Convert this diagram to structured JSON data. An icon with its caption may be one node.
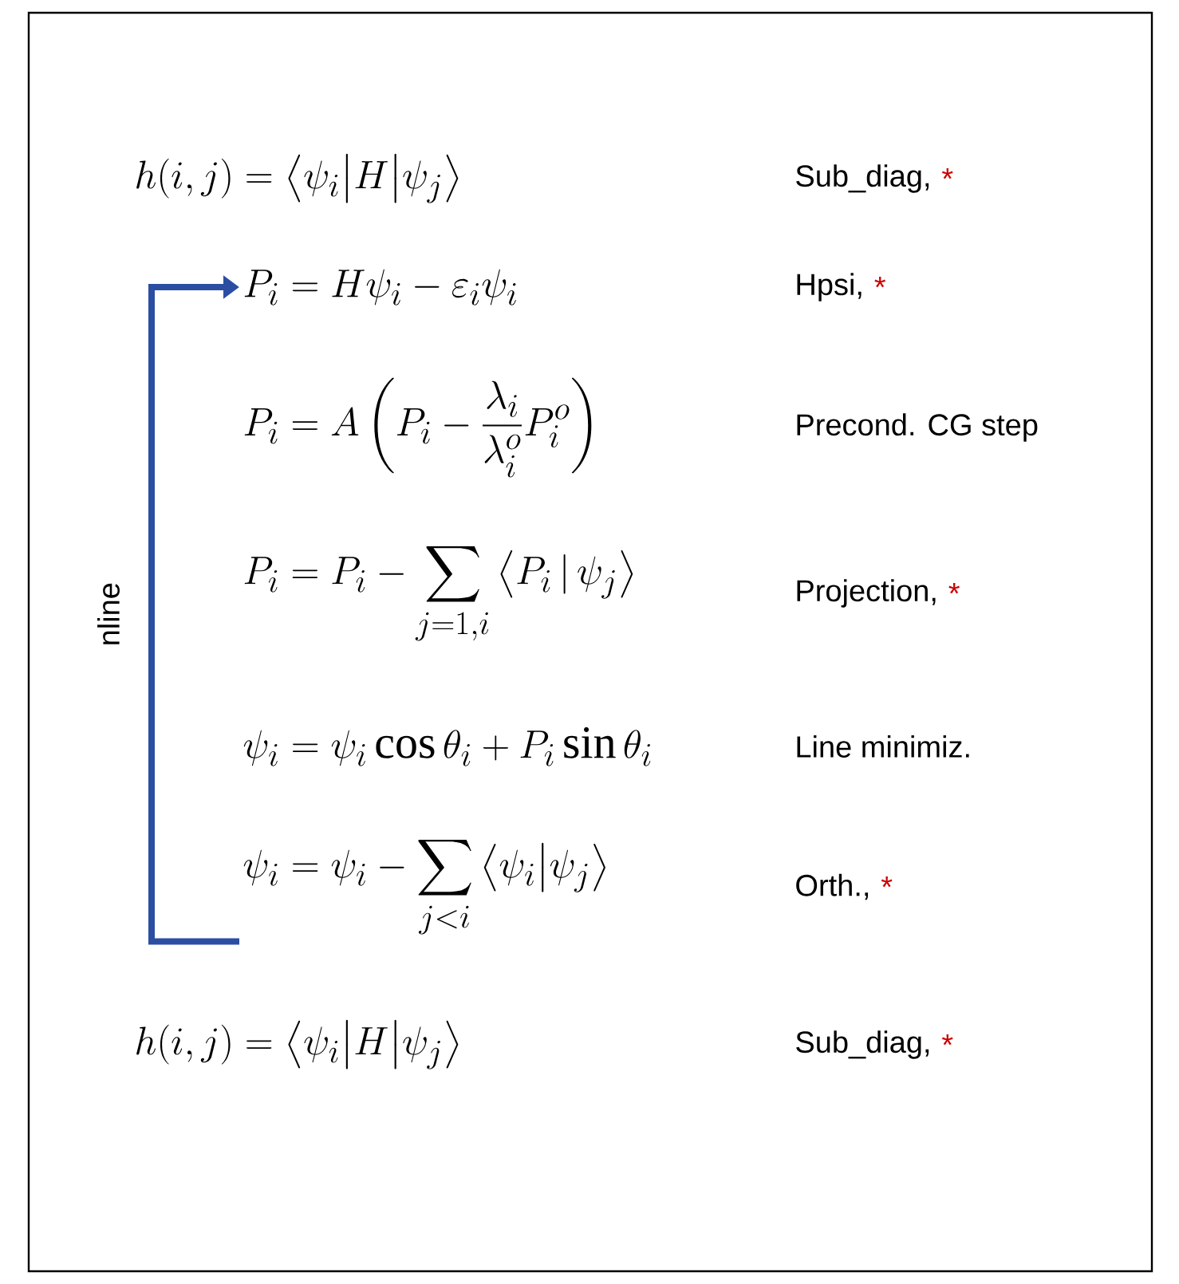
{
  "diagram": {
    "nodes": [
      {
        "text": [
          "h(i, j) = \\left\\langle \\psi_i \\middle| H \\middle| \\psi_j \\right\\rangle"
        ]
      },
      {
        "text": [
          "P_i = H\\psi_i - \\varepsilon_i \\psi_i"
        ]
      },
      {
        "text": [
          "P_i = A\\left(P_i - \\frac{\\lambda_i}{\\lambda_i^o} P_i^o\\right)"
        ]
      },
      {
        "text": [
          "P_i = P_i - \\sum_{j=1,i} \\left\\langle P_i \\,|\\, \\psi_j \\right\\rangle"
        ]
      },
      {
        "text": [
          "\\psi_i = \\psi_i \\cos\\theta_i + P_i \\sin\\theta_i"
        ]
      },
      {
        "text": [
          "\\psi_i = \\psi_i - \\sum_{j<i} \\left\\langle \\psi_i \\middle| \\psi_j \\right\\rangle"
        ]
      },
      {
        "text": [
          "h(i, j) = \\left\\langle \\psi_i \\middle| H \\middle| \\psi_j \\right\\rangle"
        ]
      }
    ],
    "edges": [
      {
        "from": 5,
        "to": 1,
        "arrow": "to",
        "label": "nline",
        "color": "#2b4ea2"
      }
    ],
    "labels": [
      "Sub_diag,",
      "*",
      "Hpsi,",
      "*",
      "Precond. CG step",
      "Projection,",
      "*",
      "Line minimiz.",
      "Orth.,",
      "*",
      "Sub_diag,",
      "*"
    ]
  }
}
